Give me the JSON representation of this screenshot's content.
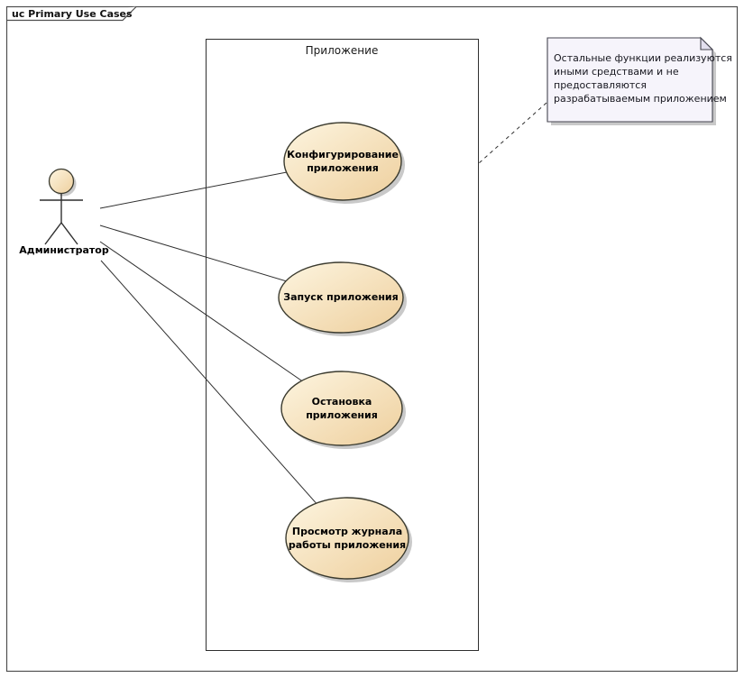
{
  "frame": {
    "label": "uc Primary Use Cases"
  },
  "boundary": {
    "label": "Приложение"
  },
  "actor": {
    "label": "Администратор"
  },
  "use_cases": [
    {
      "name": "configure-application",
      "lines": [
        "Конфигурирование",
        "приложения"
      ]
    },
    {
      "name": "start-application",
      "lines": [
        "Запуск приложения"
      ]
    },
    {
      "name": "stop-application",
      "lines": [
        "Остановка",
        "приложения"
      ]
    },
    {
      "name": "view-application-log",
      "lines": [
        "Просмотр журнала",
        "работы приложения"
      ]
    }
  ],
  "note": {
    "lines": [
      "Остальные функции реализуются",
      "иными средствами и не",
      "предоставляются",
      "разрабатываемым приложением"
    ]
  },
  "colors": {
    "ellipse-light": "#fdf5e0",
    "ellipse-dark": "#eecf9d",
    "ellipse-border": "#3a3a2e",
    "line": "#2f2f2f",
    "frame-border": "#4f4f4f",
    "boundary-border": "#2f2f2f",
    "note-fill": "#f6f4fb",
    "note-fold": "#e2dfee",
    "note-border": "#45454f",
    "shadow": "#bcbcbc",
    "text": "#000000"
  }
}
